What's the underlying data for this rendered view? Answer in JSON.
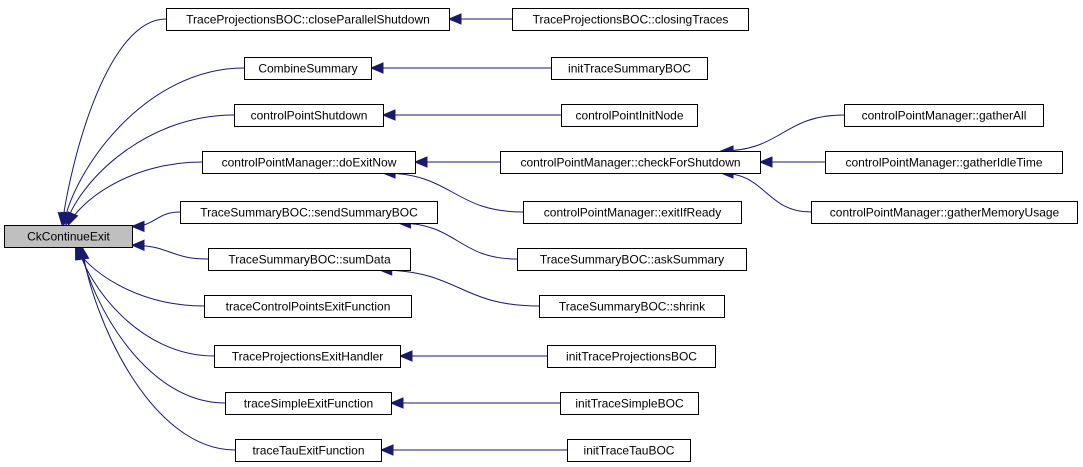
{
  "colors": {
    "edge": "#191970",
    "root_fill": "#bfbfbf",
    "node_fill": "#ffffff",
    "border": "#000000"
  },
  "nodes": {
    "ckContinueExit": "CkContinueExit",
    "closeParallelShutdown": "TraceProjectionsBOC::closeParallelShutdown",
    "closingTraces": "TraceProjectionsBOC::closingTraces",
    "combineSummary": "CombineSummary",
    "initTraceSummaryBOC": "initTraceSummaryBOC",
    "controlPointShutdown": "controlPointShutdown",
    "controlPointInitNode": "controlPointInitNode",
    "doExitNow": "controlPointManager::doExitNow",
    "checkForShutdown": "controlPointManager::checkForShutdown",
    "gatherAll": "controlPointManager::gatherAll",
    "gatherIdleTime": "controlPointManager::gatherIdleTime",
    "gatherMemoryUsage": "controlPointManager::gatherMemoryUsage",
    "exitIfReady": "controlPointManager::exitIfReady",
    "sendSummaryBOC": "TraceSummaryBOC::sendSummaryBOC",
    "askSummary": "TraceSummaryBOC::askSummary",
    "sumData": "TraceSummaryBOC::sumData",
    "shrink": "TraceSummaryBOC::shrink",
    "traceControlPointsExitFunction": "traceControlPointsExitFunction",
    "traceProjectionsExitHandler": "TraceProjectionsExitHandler",
    "initTraceProjectionsBOC": "initTraceProjectionsBOC",
    "traceSimpleExitFunction": "traceSimpleExitFunction",
    "initTraceSimpleBOC": "initTraceSimpleBOC",
    "traceTauExitFunction": "traceTauExitFunction",
    "initTraceTauBOC": "initTraceTauBOC"
  }
}
